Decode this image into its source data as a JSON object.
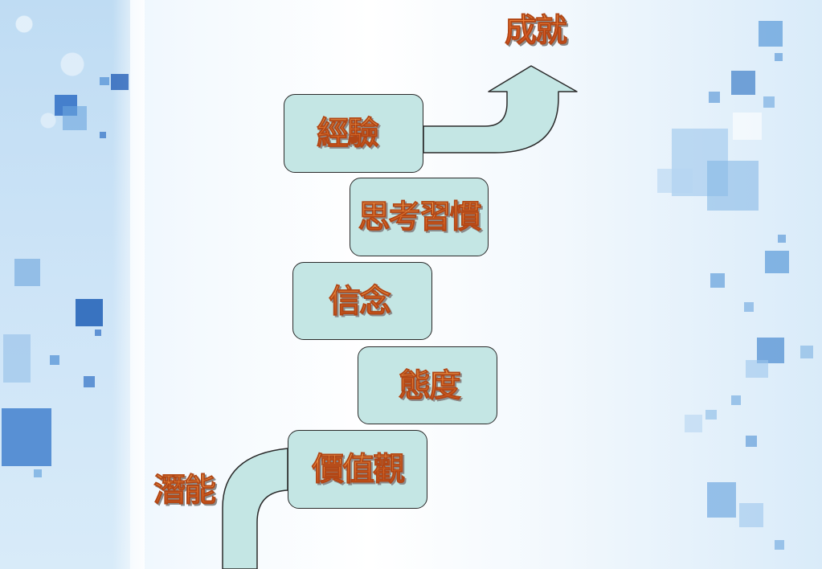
{
  "diagram": {
    "start_label": "潛能",
    "goal_label": "成就",
    "steps": [
      {
        "label": "價值觀"
      },
      {
        "label": "態度"
      },
      {
        "label": "信念"
      },
      {
        "label": "思考習慣"
      },
      {
        "label": "經驗"
      }
    ]
  },
  "colors": {
    "box_fill": "#c4e6e4",
    "box_border": "#2a2a2a",
    "text_orange": "#e4722b",
    "background_blue": "#cde4f7"
  }
}
